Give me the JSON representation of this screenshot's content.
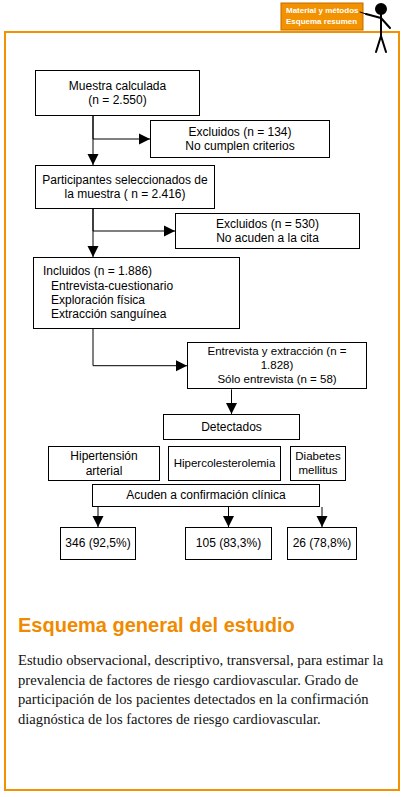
{
  "diagram": {
    "title": "Esquema general del estudio",
    "caption": "Estudio observacional, descriptivo, transversal, para estimar la prevalencia de factores de riesgo cardiovascular. Grado de participación de los pacientes detectados en la confirmación diagnóstica de los factores de riesgo cardiovascular.",
    "nodes": [
      {
        "text": [
          "Muestra calculada (n = 2.550)"
        ]
      },
      {
        "text": [
          "Excluidos (n = 134)",
          "No cumplen criterios"
        ]
      },
      {
        "text": [
          "Participantes seleccionados de la muestra ( n = 2.416)"
        ]
      },
      {
        "text": [
          "Excluidos (n = 530)",
          "No acuden a la cita"
        ]
      },
      {
        "text": [
          "Incluidos (n = 1.886)",
          "Entrevista-cuestionario",
          "Exploración física",
          "Extracción sanguínea"
        ]
      },
      {
        "text": [
          "Entrevista y extracción (n = 1.828)",
          "Sólo entrevista (n = 58)"
        ]
      },
      {
        "text": [
          "Detectados"
        ]
      },
      {
        "text": [
          "Hipertensión arterial"
        ]
      },
      {
        "text": [
          "Hipercolesterolemia"
        ]
      },
      {
        "text": [
          "Diabetes mellitus"
        ]
      },
      {
        "text": [
          "Acuden a confirmación clínica"
        ]
      },
      {
        "text": [
          "346 (92,5%)"
        ]
      },
      {
        "text": [
          "105 (83,3%)"
        ]
      },
      {
        "text": [
          "26 (78,8%)"
        ]
      }
    ],
    "edges": [
      {
        "from": 0,
        "to": 1,
        "arrow": "to"
      },
      {
        "from": 0,
        "to": 2,
        "arrow": "to"
      },
      {
        "from": 2,
        "to": 3,
        "arrow": "to"
      },
      {
        "from": 2,
        "to": 4,
        "arrow": "to"
      },
      {
        "from": 4,
        "to": 5,
        "arrow": "to"
      },
      {
        "from": 5,
        "to": 6,
        "arrow": "to"
      },
      {
        "from": 10,
        "to": 11,
        "arrow": "to"
      },
      {
        "from": 10,
        "to": 12,
        "arrow": "to"
      },
      {
        "from": 10,
        "to": 13,
        "arrow": "to"
      }
    ],
    "labels": [
      "Material y métodos",
      "Esquema resumen"
    ]
  }
}
